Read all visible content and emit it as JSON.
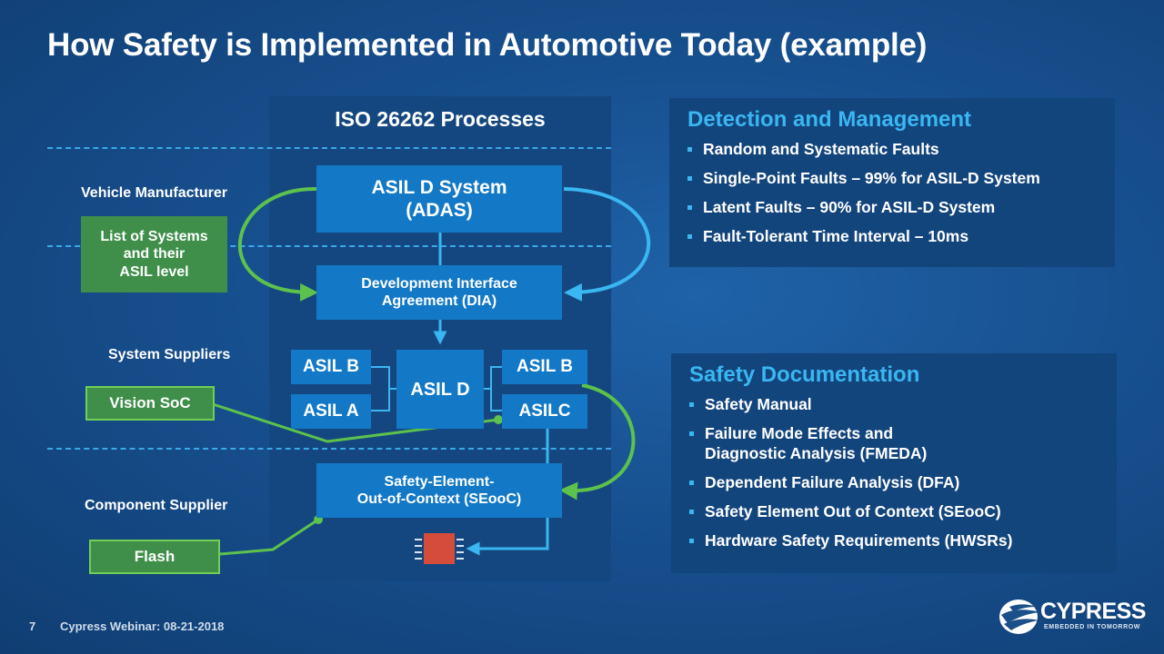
{
  "slide": {
    "title": "How Safety is Implemented in Automotive Today (example)",
    "page_number": "7",
    "footer_text": "Cypress Webinar: 08-21-2018"
  },
  "diagram": {
    "panel_title": "ISO 26262 Processes",
    "roles": {
      "vehicle_manufacturer": "Vehicle Manufacturer",
      "system_suppliers": "System Suppliers",
      "component_supplier": "Component Supplier"
    },
    "left_boxes": {
      "list_of_systems_line1": "List of Systems",
      "list_of_systems_line2": "and their",
      "list_of_systems_line3": "ASIL level",
      "vision_soc": "Vision SoC",
      "flash": "Flash"
    },
    "center_boxes": {
      "asil_d_system_line1": "ASIL D System",
      "asil_d_system_line2": "(ADAS)",
      "dia_line1": "Development Interface",
      "dia_line2": "Agreement (DIA)",
      "asil_b_left": "ASIL B",
      "asil_a": "ASIL A",
      "asil_d": "ASIL D",
      "asil_b_right": "ASIL B",
      "asil_c": "ASILC",
      "seooc_line1": "Safety-Element-",
      "seooc_line2": "Out-of-Context (SEooC)"
    }
  },
  "detection": {
    "heading": "Detection and Management",
    "items": [
      "Random and Systematic Faults",
      "Single-Point Faults – 99% for ASIL-D System",
      "Latent Faults – 90% for ASIL-D System",
      "Fault-Tolerant Time Interval – 10ms"
    ]
  },
  "documentation": {
    "heading": "Safety Documentation",
    "items": [
      "Safety Manual",
      "Failure Mode Effects and",
      "Diagnostic Analysis (FMEDA)",
      "Dependent Failure Analysis (DFA)",
      "Safety Element Out of Context (SEooC)",
      "Hardware Safety Requirements (HWSRs)"
    ]
  },
  "logo": {
    "name": "CYPRESS",
    "tagline": "EMBEDDED IN TOMORROW"
  },
  "colors": {
    "accent_blue": "#3ab6f2",
    "box_blue": "#1379c6",
    "box_green": "#3f8f4a",
    "chip_red": "#d54c3b"
  }
}
